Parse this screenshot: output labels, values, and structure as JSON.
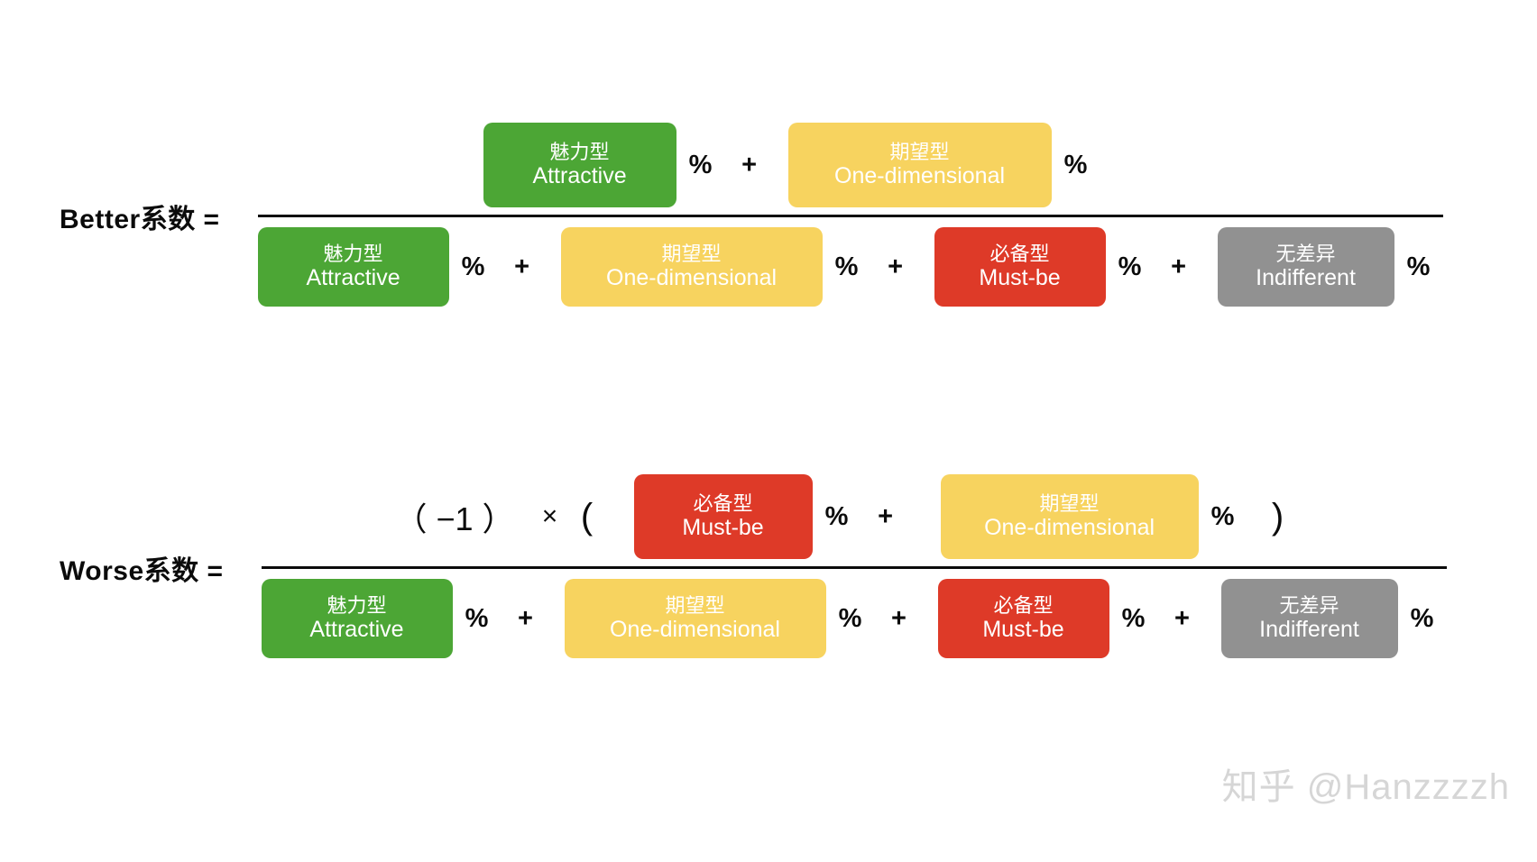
{
  "page": {
    "background": "#ffffff",
    "watermark": "知乎 @Hanzzzzh"
  },
  "palette": {
    "attractive": "#4CA635",
    "one_dimensional": "#F7D35F",
    "must_be": "#DE3A28",
    "indifferent": "#919191",
    "rule": "#0b0b0b",
    "watermark": "#d6d6d6"
  },
  "symbols": {
    "percent": "%",
    "plus": "+",
    "times": "×",
    "open_paren": "（",
    "close_paren": "）",
    "neg_one": "（ −1 ）",
    "group_open": "(",
    "group_close": ")"
  },
  "categories": {
    "attractive": {
      "cn": "魅力型",
      "en": "Attractive"
    },
    "one_dimensional": {
      "cn": "期望型",
      "en": "One-dimensional"
    },
    "must_be": {
      "cn": "必备型",
      "en": "Must-be"
    },
    "indifferent": {
      "cn": "无差异",
      "en": "Indifferent"
    }
  },
  "better": {
    "label": "Better系数 =",
    "numerator": {
      "terms": [
        {
          "category": "attractive",
          "unit": "%"
        },
        {
          "category": "one_dimensional",
          "unit": "%"
        }
      ],
      "operators": [
        "+"
      ]
    },
    "denominator": {
      "terms": [
        {
          "category": "attractive",
          "unit": "%"
        },
        {
          "category": "one_dimensional",
          "unit": "%"
        },
        {
          "category": "must_be",
          "unit": "%"
        },
        {
          "category": "indifferent",
          "unit": "%"
        }
      ],
      "operators": [
        "+",
        "+",
        "+"
      ]
    }
  },
  "worse": {
    "label": "Worse系数 =",
    "numerator": {
      "prefix": "（ −1 ）",
      "multiplier": "×",
      "group_open": "(",
      "group_close": ")",
      "terms": [
        {
          "category": "must_be",
          "unit": "%"
        },
        {
          "category": "one_dimensional",
          "unit": "%"
        }
      ],
      "operators": [
        "+"
      ]
    },
    "denominator": {
      "terms": [
        {
          "category": "attractive",
          "unit": "%"
        },
        {
          "category": "one_dimensional",
          "unit": "%"
        },
        {
          "category": "must_be",
          "unit": "%"
        },
        {
          "category": "indifferent",
          "unit": "%"
        }
      ],
      "operators": [
        "+",
        "+",
        "+"
      ]
    }
  }
}
